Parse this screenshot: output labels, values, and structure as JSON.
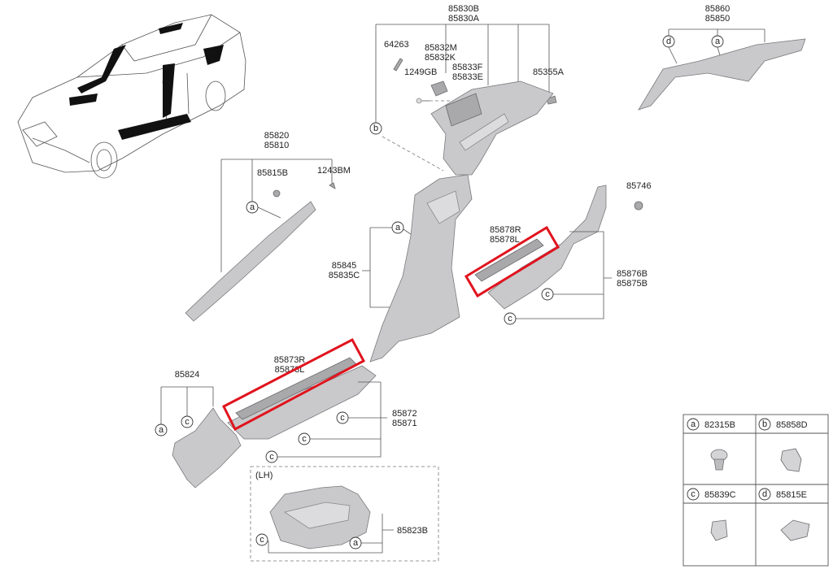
{
  "labels": {
    "p85830": [
      "85830B",
      "85830A"
    ],
    "p64263": "64263",
    "p85832": [
      "85832M",
      "85832K"
    ],
    "p1249": "1249GB",
    "p85833": [
      "85833F",
      "85833E"
    ],
    "p85355": "85355A",
    "p85860": [
      "85860",
      "85850"
    ],
    "p85820": [
      "85820",
      "85810"
    ],
    "p85815B": "85815B",
    "p1243": "1243BM",
    "p85746": "85746",
    "p85878": [
      "85878R",
      "85878L"
    ],
    "p85845": [
      "85845",
      "85835C"
    ],
    "p85876": [
      "85876B",
      "85875B"
    ],
    "p85873": [
      "85873R",
      "85873L"
    ],
    "p85824": "85824",
    "p85872": [
      "85872",
      "85871"
    ],
    "lh": "(LH)",
    "p85823": "85823B"
  },
  "callouts": {
    "a": "a",
    "b": "b",
    "c": "c",
    "d": "d"
  },
  "legend": [
    {
      "key": "a",
      "code": "82315B"
    },
    {
      "key": "b",
      "code": "85858D"
    },
    {
      "key": "c",
      "code": "85839C"
    },
    {
      "key": "d",
      "code": "85815E"
    }
  ],
  "colors": {
    "highlight": "#e0141e",
    "part": "#c9c9cb"
  }
}
